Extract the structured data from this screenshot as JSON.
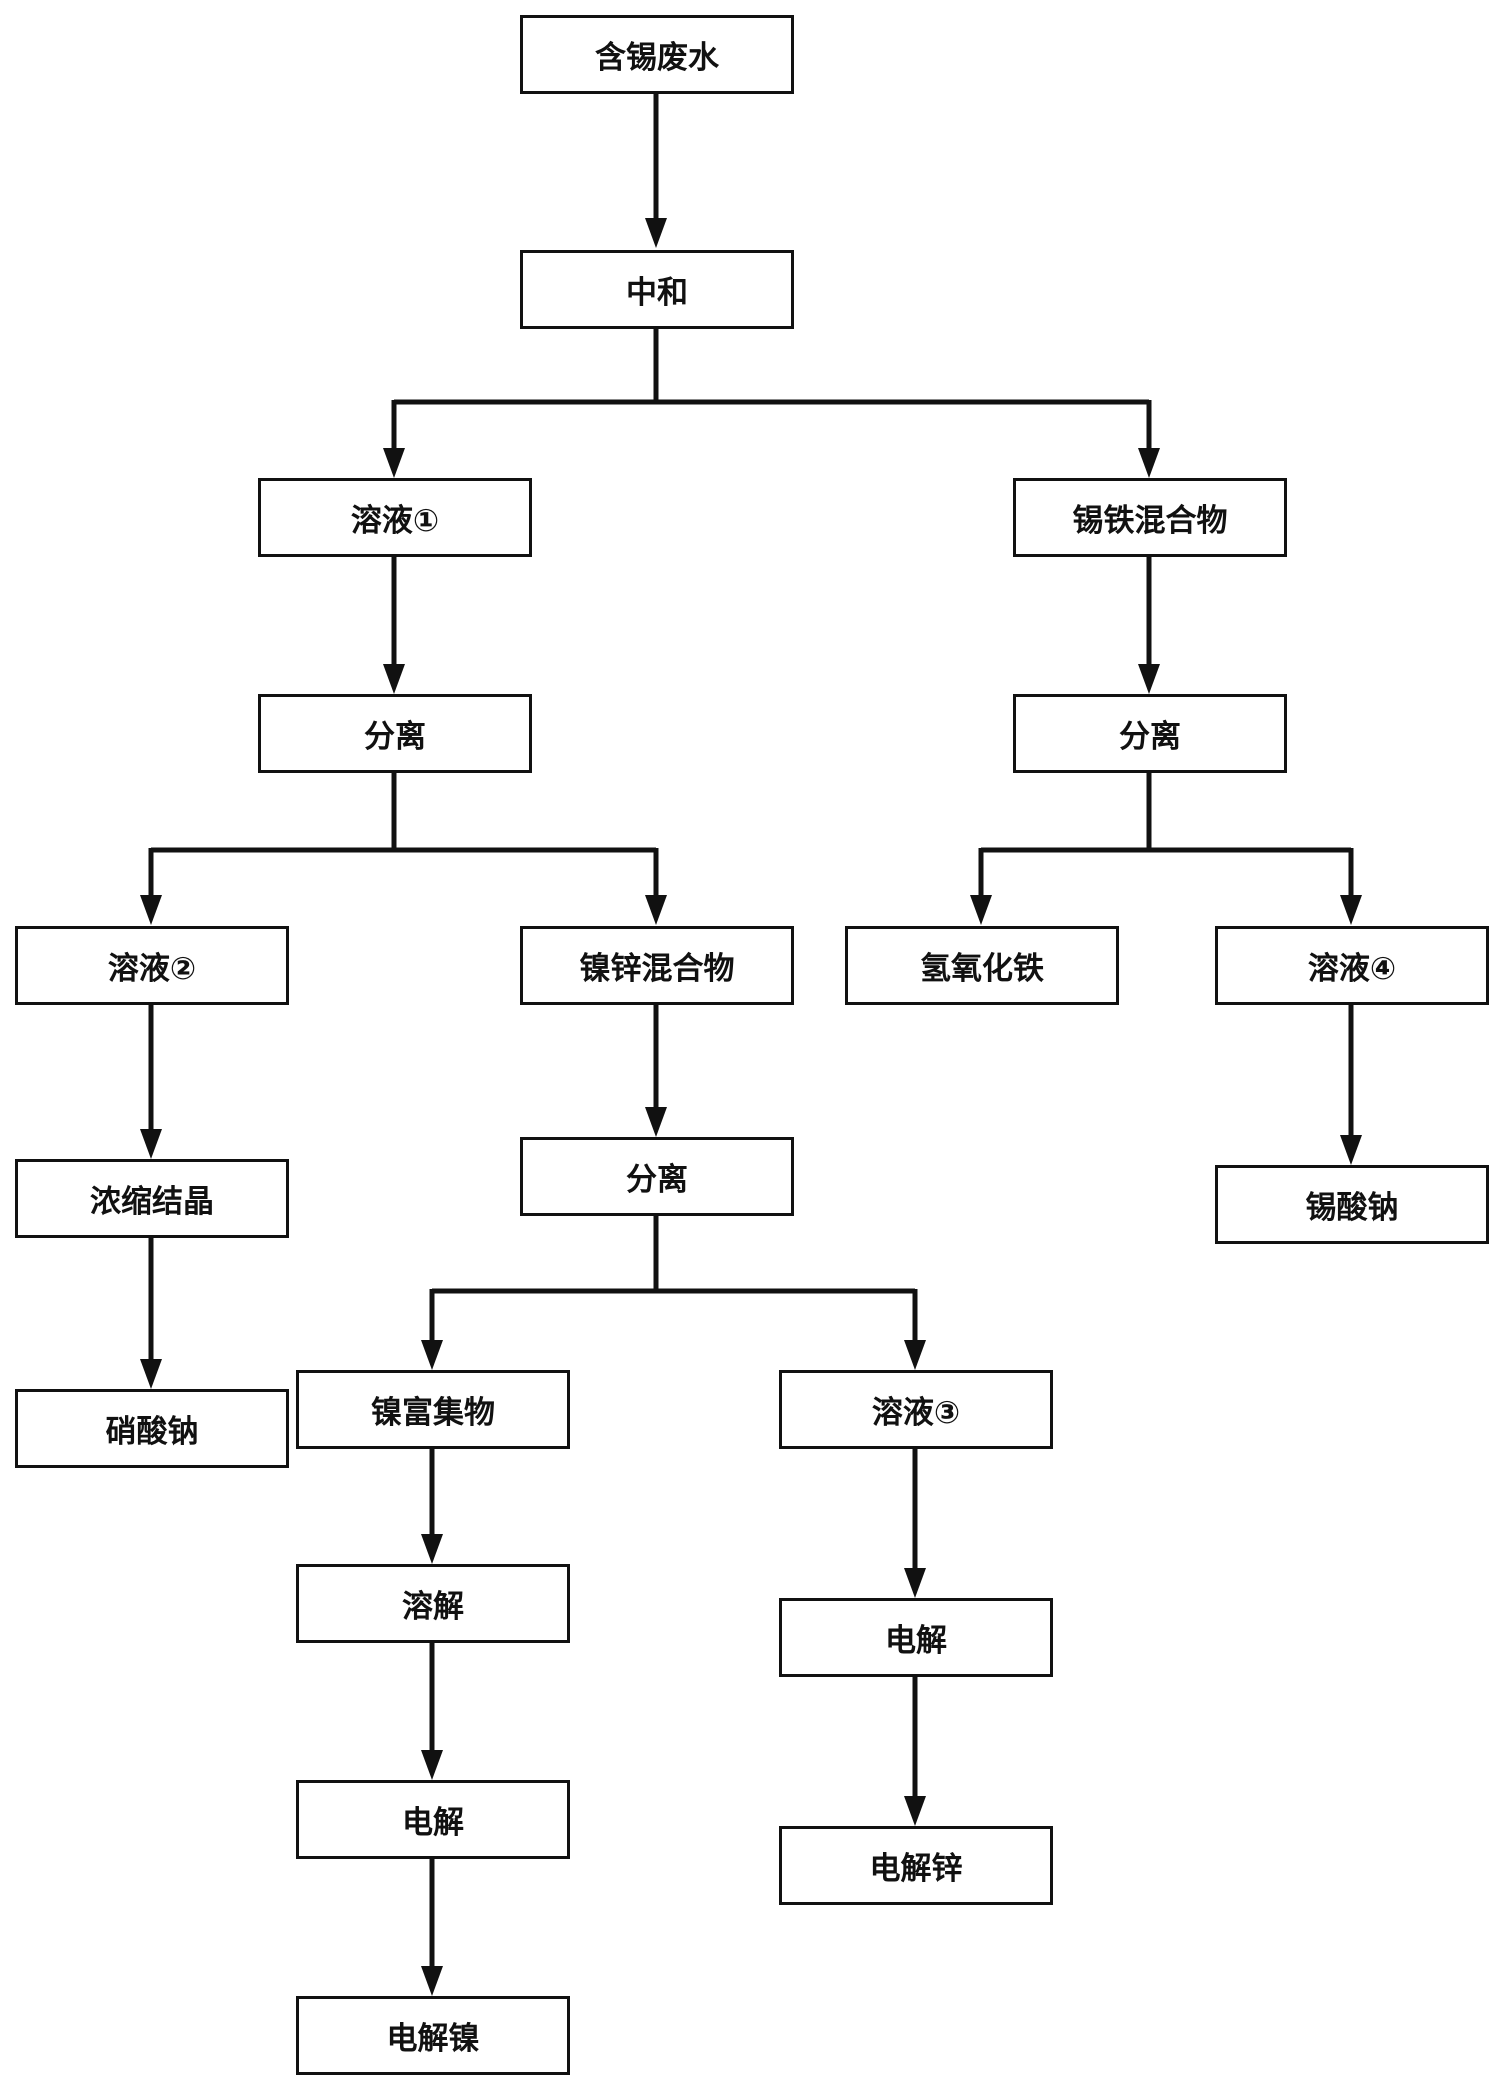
{
  "nodes": {
    "wastewater": "含锡废水",
    "neutralize": "中和",
    "solution1": "溶液①",
    "tin_iron_mix": "锡铁混合物",
    "separate_1": "分离",
    "separate_2": "分离",
    "solution2": "溶液②",
    "nickel_zinc_mix": "镍锌混合物",
    "ferric_hydroxide": "氢氧化铁",
    "solution4": "溶液④",
    "concentrate_crystallize": "浓缩结晶",
    "separate_3": "分离",
    "sodium_stannate": "锡酸钠",
    "sodium_nitrate": "硝酸钠",
    "nickel_concentrate": "镍富集物",
    "solution3": "溶液③",
    "dissolve": "溶解",
    "electrolysis_zinc_branch": "电解",
    "electrolysis_nickel_branch": "电解",
    "electrolytic_zinc": "电解锌",
    "electrolytic_nickel": "电解镍"
  }
}
